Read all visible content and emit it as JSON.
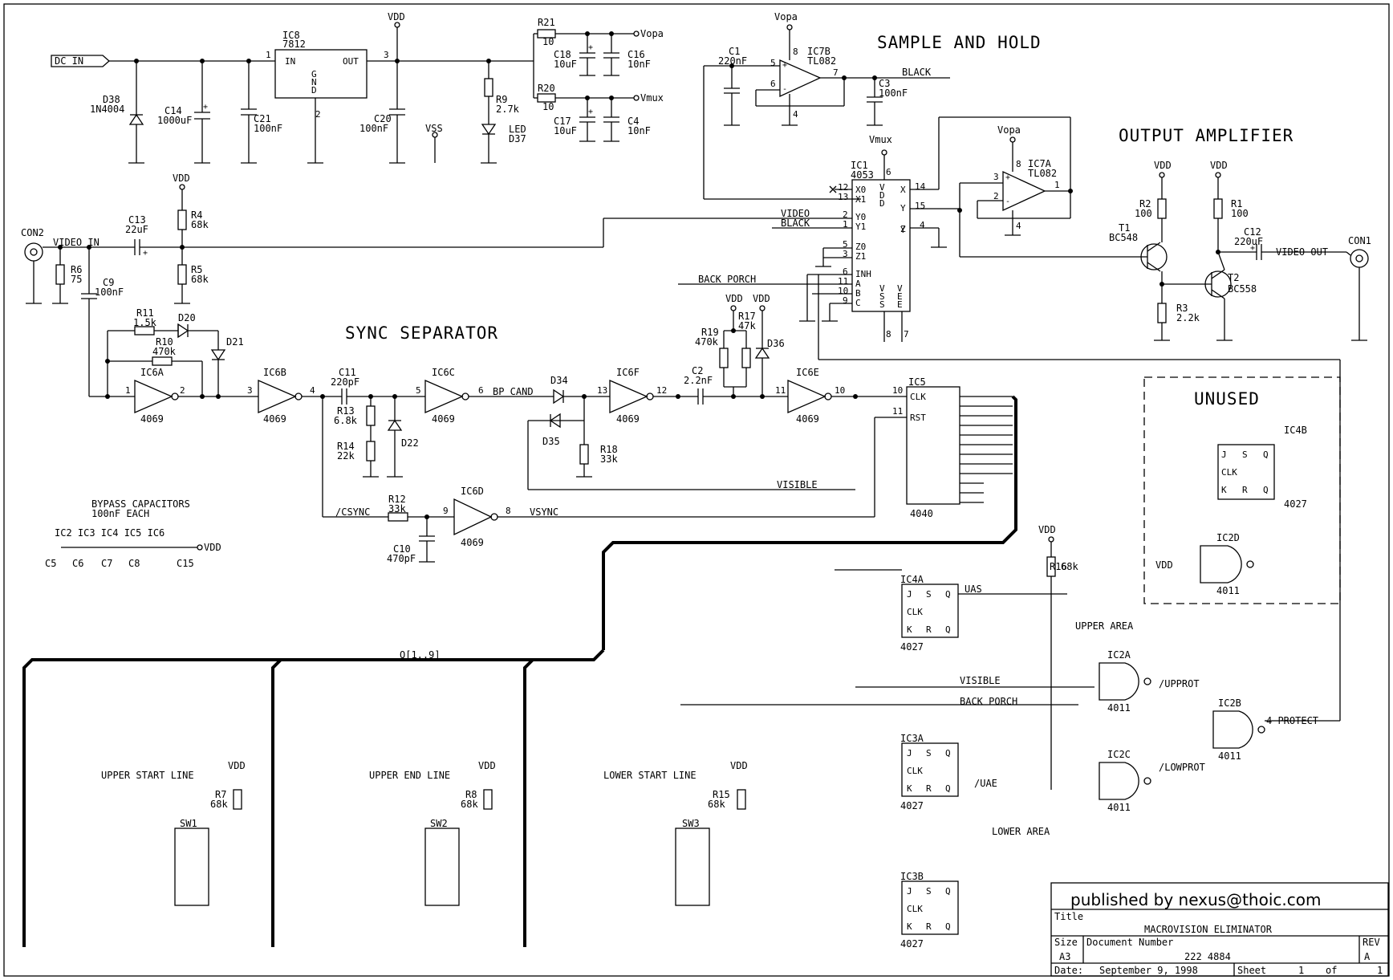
{
  "sections": {
    "sample_hold": "SAMPLE AND HOLD",
    "output_amp": "OUTPUT AMPLIFIER",
    "sync_sep": "SYNC SEPARATOR",
    "unused": "UNUSED",
    "upper_start": "UPPER START LINE",
    "upper_end": "UPPER END LINE",
    "lower_start": "LOWER START LINE"
  },
  "nets": {
    "dc_in": "DC IN",
    "video_in": "VIDEO IN",
    "video_out": "VIDEO OUT",
    "black": "BLACK",
    "video": "VIDEO",
    "back_porch": "BACK PORCH",
    "bp_cand": "BP CAND",
    "visible": "VISIBLE",
    "csync": "/CSYNC",
    "vsync": "VSYNC",
    "uas": "UAS",
    "uae": "/UAE",
    "upper_area": "UPPER AREA",
    "lower_area": "LOWER AREA",
    "upprot": "/UPPROT",
    "lowprot": "/LOWPROT",
    "protect": "4 PROTECT",
    "bus": "Q[1..9]",
    "vdd": "VDD",
    "vss": "VSS",
    "vopa": "Vopa",
    "vmux": "Vmux"
  },
  "bypass": {
    "title": "BYPASS CAPACITORS",
    "subtitle": "100nF EACH",
    "ics": "IC2 IC3 IC4 IC5 IC6"
  },
  "components": {
    "ic8": [
      "IC8",
      "7812"
    ],
    "d38": [
      "D38",
      "1N4004"
    ],
    "c14": [
      "C14",
      "1000uF"
    ],
    "c21": [
      "C21",
      "100nF"
    ],
    "c20": [
      "C20",
      "100nF"
    ],
    "r9": [
      "R9",
      "2.7k"
    ],
    "led": [
      "LED",
      "D37"
    ],
    "r21": [
      "R21",
      "10"
    ],
    "r20": [
      "R20",
      "10"
    ],
    "c18": [
      "C18",
      "10uF"
    ],
    "c16": [
      "C16",
      "10nF"
    ],
    "c17": [
      "C17",
      "10uF"
    ],
    "c4": [
      "C4",
      "10nF"
    ],
    "c1": [
      "C1",
      "220nF"
    ],
    "ic7b": [
      "IC7B",
      "TL082"
    ],
    "c3": [
      "C3",
      "100nF"
    ],
    "ic1": [
      "IC1",
      "4053"
    ],
    "ic7a": [
      "IC7A",
      "TL082"
    ],
    "r2": [
      "R2",
      "100"
    ],
    "r1": [
      "R1",
      "100"
    ],
    "t1": [
      "T1",
      "BC548"
    ],
    "t2": [
      "T2",
      "BC558"
    ],
    "r3": [
      "R3",
      "2.2k"
    ],
    "c12": [
      "C12",
      "220uF"
    ],
    "con1": "CON1",
    "con2": "CON2",
    "r4": [
      "R4",
      "68k"
    ],
    "r5": [
      "R5",
      "68k"
    ],
    "c13": [
      "C13",
      "22uF"
    ],
    "r6": [
      "R6",
      "75"
    ],
    "c9": [
      "C9",
      "100nF"
    ],
    "r11": [
      "R11",
      "1.5k"
    ],
    "r10": [
      "R10",
      "470k"
    ],
    "c11": [
      "C11",
      "220pF"
    ],
    "r13": [
      "R13",
      "6.8k"
    ],
    "r14": [
      "R14",
      "22k"
    ],
    "r18": [
      "R18",
      "33k"
    ],
    "r19": [
      "R19",
      "470k"
    ],
    "r17": [
      "R17",
      "47k"
    ],
    "c2": [
      "C2",
      "2.2nF"
    ],
    "r12": [
      "R12",
      "33k"
    ],
    "c10": [
      "C10",
      "470pF"
    ],
    "ic5": [
      "IC5",
      "4040"
    ],
    "r16": [
      "R16",
      "68k"
    ],
    "r7": [
      "R7",
      "68k"
    ],
    "r8": [
      "R8",
      "68k"
    ],
    "r15": [
      "R15",
      "68k"
    ],
    "inverter_type": "4069",
    "nand_type": "4011",
    "jk_type": "4027"
  },
  "title_block": {
    "publisher": "published by nexus@thoic.com",
    "title_label": "Title",
    "title": "MACROVISION ELIMINATOR",
    "size_label": "Size",
    "size": "A3",
    "docnum_label": "Document Number",
    "docnum": "222 4884",
    "rev_label": "REV",
    "rev": "A",
    "date_label": "Date:",
    "date": "September  9, 1998",
    "sheet_label": "Sheet",
    "sheet": "1",
    "of_label": "of",
    "of": "1"
  }
}
